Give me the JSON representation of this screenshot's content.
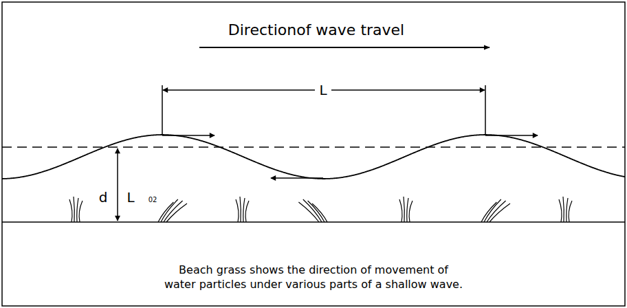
{
  "diagram": {
    "caption": "Beach grass shows the direction of movement of water particles under various parts of a shallow wave.",
    "labels": [
      "Directionof wave travel",
      "L",
      "d",
      "L",
      "02"
    ]
  }
}
